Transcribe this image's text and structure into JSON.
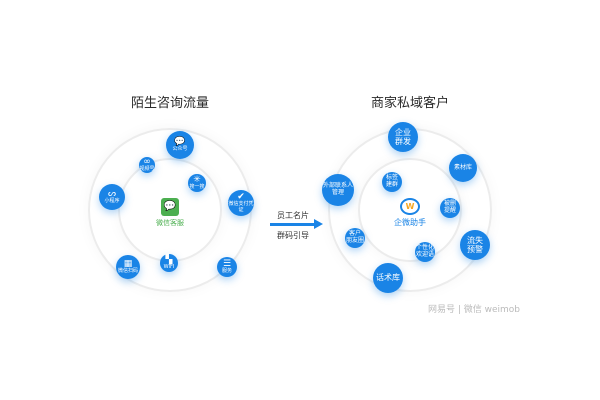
{
  "left": {
    "title": "陌生咨询流量",
    "center": "微信客服",
    "nodes": [
      {
        "label": "公众号",
        "icon": "wechat-chat-icon"
      },
      {
        "label": "视频号",
        "icon": "infinity-icon"
      },
      {
        "label": "小程序",
        "icon": "mini-program-icon"
      },
      {
        "label": "搜一搜",
        "icon": "sparkle-icon"
      },
      {
        "label": "微信支付凭证",
        "icon": "check-chat-icon"
      },
      {
        "label": "微信扫码",
        "icon": "qr-icon"
      },
      {
        "label": "WIFI",
        "icon": "grid-icon"
      },
      {
        "label": "服务",
        "icon": "list-icon"
      }
    ]
  },
  "arrow": {
    "top": "员工名片",
    "bottom": "群码引导"
  },
  "right": {
    "title": "商家私域客户",
    "center": "企微助手",
    "nodes": [
      {
        "label": "企业\n群发"
      },
      {
        "label": "素材库"
      },
      {
        "label": "外部联系人\n管理"
      },
      {
        "label": "标签\n建群"
      },
      {
        "label": "被删\n提醒"
      },
      {
        "label": "客户\n朋友圈"
      },
      {
        "label": "个性化\n欢迎语"
      },
      {
        "label": "流失\n预警"
      },
      {
        "label": "话术库"
      }
    ]
  },
  "watermark": "网易号 | 微信 weimob",
  "colors": {
    "accent": "#1a84e6",
    "green": "#4caf50"
  }
}
